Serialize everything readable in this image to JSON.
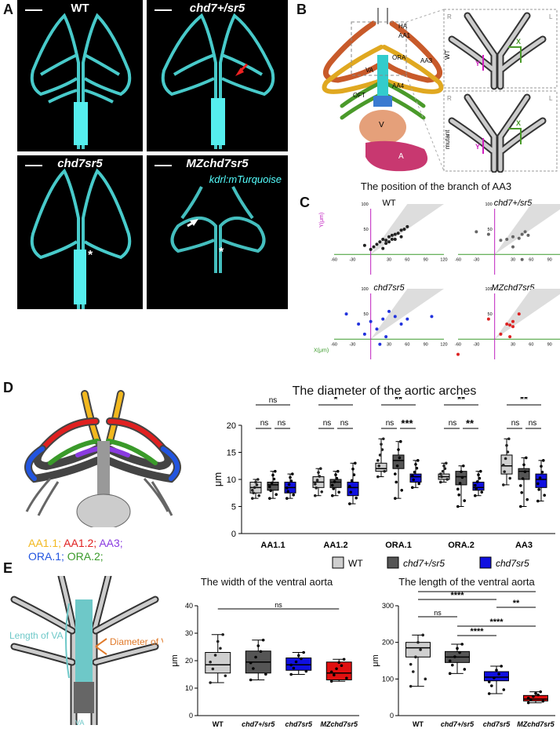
{
  "panels": {
    "A": "A",
    "B": "B",
    "C": "C",
    "D": "D",
    "E": "E"
  },
  "panelA": {
    "labels": [
      "WT",
      "chd7+/sr5",
      "chd7sr5",
      "MZchd7sr5"
    ],
    "transgene": "kdrl:mTurquoise"
  },
  "panelB": {
    "labels": {
      "HA": "HA",
      "AA1": "AA1",
      "ORA": "ORA",
      "VA": "VA",
      "AA3": "AA3",
      "AA4": "AA4",
      "OFT": "OFT",
      "V": "V",
      "A": "A",
      "R": "R",
      "L": "L",
      "WT": "WT",
      "mutant": "mutant",
      "Y": "Y",
      "X": "X"
    }
  },
  "panelC": {
    "title": "The position of the branch of AA3",
    "subtitles": [
      "WT",
      "chd7+/sr5",
      "chd7sr5",
      "MZchd7sr5"
    ],
    "ylabel": "Y(μm)",
    "xlabel": "X(μm)",
    "xticks": [
      "-60",
      "-30",
      "30",
      "60",
      "90",
      "120"
    ],
    "yticks": [
      "100",
      "50"
    ],
    "colors": [
      "#222222",
      "#666666",
      "#2233dd",
      "#dd2222"
    ]
  },
  "panelD": {
    "title": "The diameter of the aortic arches",
    "legend_items": [
      {
        "text": "AA1.1;",
        "color": "#f2b81e"
      },
      {
        "text": "AA1.2;",
        "color": "#e02020"
      },
      {
        "text": "AA3;",
        "color": "#8a3be0"
      },
      {
        "text": "ORA.1;",
        "color": "#2255e0"
      },
      {
        "text": "ORA.2;",
        "color": "#3a9a2a"
      }
    ],
    "key": [
      {
        "text": "WT",
        "color": "#cfcfcf"
      },
      {
        "text": "chd7+/sr5",
        "color": "#555555"
      },
      {
        "text": "chd7sr5",
        "color": "#1010e0"
      }
    ]
  },
  "panelE": {
    "schematic_labels": {
      "length": "Length of VA",
      "diameter": "Diameter of VA",
      "va": "VA"
    },
    "width_title": "The width of the ventral aorta",
    "length_title": "The length of the ventral aorta"
  },
  "chart_data": [
    {
      "type": "box",
      "id": "D",
      "title": "The diameter of the aortic arches",
      "ylabel": "μm",
      "ylim": [
        0,
        20
      ],
      "yticks": [
        0,
        5,
        10,
        15,
        20
      ],
      "categories": [
        "AA1.1",
        "AA1.2",
        "ORA.1",
        "ORA.2",
        "AA3"
      ],
      "series": [
        {
          "name": "WT",
          "color": "#cfcfcf",
          "boxes": [
            [
              6.5,
              7.5,
              8.5,
              9.5,
              10
            ],
            [
              7,
              8.5,
              9.5,
              10.5,
              12
            ],
            [
              10.5,
              11.5,
              12,
              13,
              17.5
            ],
            [
              9.5,
              10,
              10.5,
              11,
              13
            ],
            [
              9,
              11,
              12.5,
              14.5,
              17.5
            ]
          ]
        },
        {
          "name": "chd7+/sr5",
          "color": "#555555",
          "boxes": [
            [
              6.5,
              8,
              9,
              9.5,
              11.5
            ],
            [
              7,
              8.5,
              9.5,
              10,
              11.5
            ],
            [
              6.5,
              12,
              13.5,
              14.5,
              17
            ],
            [
              5,
              9,
              10.5,
              11.5,
              12.5
            ],
            [
              5,
              10,
              11.5,
              12,
              14
            ]
          ]
        },
        {
          "name": "chd7sr5",
          "color": "#1010e0",
          "boxes": [
            [
              6.5,
              7.5,
              8.5,
              9.5,
              11
            ],
            [
              5.5,
              7,
              8.5,
              9.5,
              13
            ],
            [
              8.5,
              9.5,
              10.5,
              11,
              13.5
            ],
            [
              7,
              8,
              8.5,
              9.5,
              11.5
            ],
            [
              6,
              8.5,
              10,
              11,
              13.5
            ]
          ]
        }
      ],
      "significance": [
        {
          "group": "AA1.1",
          "all": "ns",
          "pair1": "ns",
          "pair2": "ns"
        },
        {
          "group": "AA1.2",
          "all": "*",
          "pair1": "ns",
          "pair2": "ns"
        },
        {
          "group": "ORA.1",
          "all": "**",
          "pair1": "ns",
          "pair2": "***"
        },
        {
          "group": "ORA.2",
          "all": "**",
          "pair1": "ns",
          "pair2": "**"
        },
        {
          "group": "AA3",
          "all": "**",
          "pair1": "ns",
          "pair2": "ns"
        }
      ]
    },
    {
      "type": "box",
      "id": "E-width",
      "title": "The width of the ventral aorta",
      "ylabel": "μm",
      "ylim": [
        0,
        40
      ],
      "yticks": [
        0,
        10,
        20,
        30,
        40
      ],
      "categories": [
        "WT",
        "chd7+/sr5",
        "chd7sr5",
        "MZchd7sr5"
      ],
      "colors": [
        "#cfcfcf",
        "#555555",
        "#1010e0",
        "#e01010"
      ],
      "boxes": [
        [
          12,
          15.5,
          18.5,
          23,
          29.5
        ],
        [
          13,
          15.5,
          19.5,
          23.5,
          27.5
        ],
        [
          15,
          16.5,
          18.5,
          21,
          23
        ],
        [
          12.5,
          13,
          15.5,
          19.5,
          20.5
        ]
      ],
      "significance": [
        {
          "from": "WT",
          "to": "MZchd7sr5",
          "label": "ns"
        }
      ]
    },
    {
      "type": "box",
      "id": "E-length",
      "title": "The length of the ventral aorta",
      "ylabel": "μm",
      "ylim": [
        0,
        300
      ],
      "yticks": [
        0,
        100,
        200,
        300
      ],
      "categories": [
        "WT",
        "chd7+/sr5",
        "chd7sr5",
        "MZchd7sr5"
      ],
      "colors": [
        "#cfcfcf",
        "#555555",
        "#1010e0",
        "#e01010"
      ],
      "boxes": [
        [
          80,
          160,
          185,
          200,
          220
        ],
        [
          115,
          145,
          160,
          175,
          195
        ],
        [
          60,
          95,
          105,
          120,
          135
        ],
        [
          35,
          40,
          45,
          55,
          65
        ]
      ],
      "significance": [
        {
          "from": "WT",
          "to": "MZchd7sr5",
          "label": "****"
        },
        {
          "from": "WT",
          "to": "chd7sr5",
          "label": "****"
        },
        {
          "from": "chd7sr5",
          "to": "MZchd7sr5",
          "label": "**"
        },
        {
          "from": "WT",
          "to": "chd7+/sr5",
          "label": "ns"
        },
        {
          "from": "chd7+/sr5",
          "to": "MZchd7sr5",
          "label": "****"
        },
        {
          "from": "chd7+/sr5",
          "to": "chd7sr5",
          "label": "****"
        }
      ]
    }
  ]
}
